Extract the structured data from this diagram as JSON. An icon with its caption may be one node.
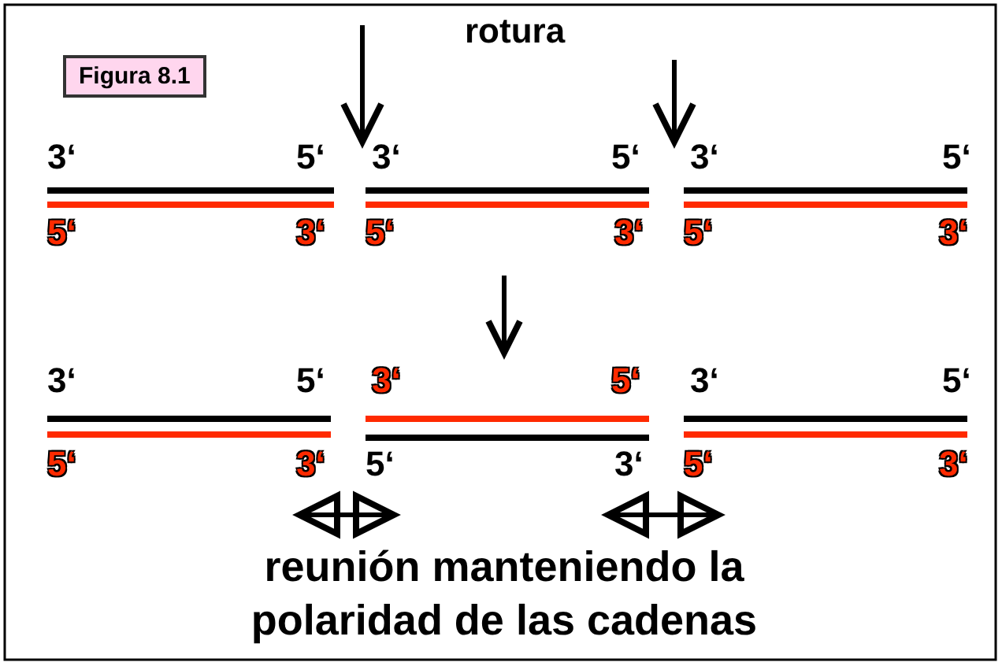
{
  "diagram": {
    "labels": [
      "Figura 8.1",
      "rotura",
      "3‘",
      "5‘",
      "3‘",
      "5‘",
      "3‘",
      "5‘",
      "5‘",
      "3‘",
      "5‘",
      "3‘",
      "5‘",
      "3‘",
      "3‘",
      "5‘",
      "3‘",
      "5‘",
      "3‘",
      "5‘",
      "5‘",
      "3‘",
      "5‘",
      "3‘",
      "5‘",
      "3‘",
      "reunión manteniendo la polaridad de las cadenas"
    ]
  }
}
